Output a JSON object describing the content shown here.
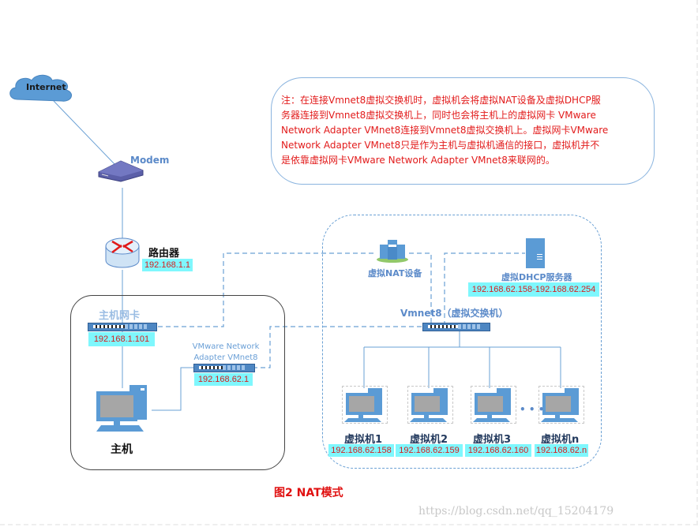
{
  "note": {
    "lines": [
      "注：在连接Vmnet8虚拟交换机时，虚拟机会将虚拟NAT设备及虚拟DHCP服",
      "务器连接到Vmnet8虚拟交换机上，同时也会将主机上的虚拟网卡 VMware",
      "Network Adapter VMnet8连接到Vmnet8虚拟交换机上。虚拟网卡VMware",
      "Network Adapter VMnet8只是作为主机与虚拟机通信的接口，虚拟机并不",
      "是依靠虚拟网卡VMware Network Adapter VMnet8来联网的。"
    ]
  },
  "nodes": {
    "internet": {
      "label": "Internet"
    },
    "modem": {
      "label": "Modem"
    },
    "router": {
      "label": "路由器",
      "ip": "192.168.1.1"
    },
    "host_nic": {
      "label": "主机网卡",
      "ip": "192.168.1.101"
    },
    "vmnet8_adapter": {
      "label_line1": "VMware Network",
      "label_line2": "Adapter VMnet8",
      "ip": "192.168.62.1"
    },
    "host": {
      "label": "主机"
    },
    "nat_device": {
      "label": "虚拟NAT设备"
    },
    "dhcp_server": {
      "label": "虚拟DHCP服务器",
      "ip_range": "192.168.62.158-192.168.62.254"
    },
    "vswitch": {
      "label": "Vmnet8（虚拟交换机）"
    },
    "vms": [
      {
        "label": "虚拟机1",
        "ip": "192.168.62.158"
      },
      {
        "label": "虚拟机2",
        "ip": "192.168.62.159"
      },
      {
        "label": "虚拟机3",
        "ip": "192.168.62.160"
      },
      {
        "label": "虚拟机n",
        "ip": "192.168.62.n"
      }
    ],
    "ellipsis": "• • •"
  },
  "caption": "图2  NAT模式",
  "watermark": "https://blog.csdn.net/qq_15204179",
  "colors": {
    "ip_bg": "#7ff7fd",
    "ip_text": "#d62020",
    "link": "#6aa0d4",
    "note_text": "#e21b1b"
  }
}
